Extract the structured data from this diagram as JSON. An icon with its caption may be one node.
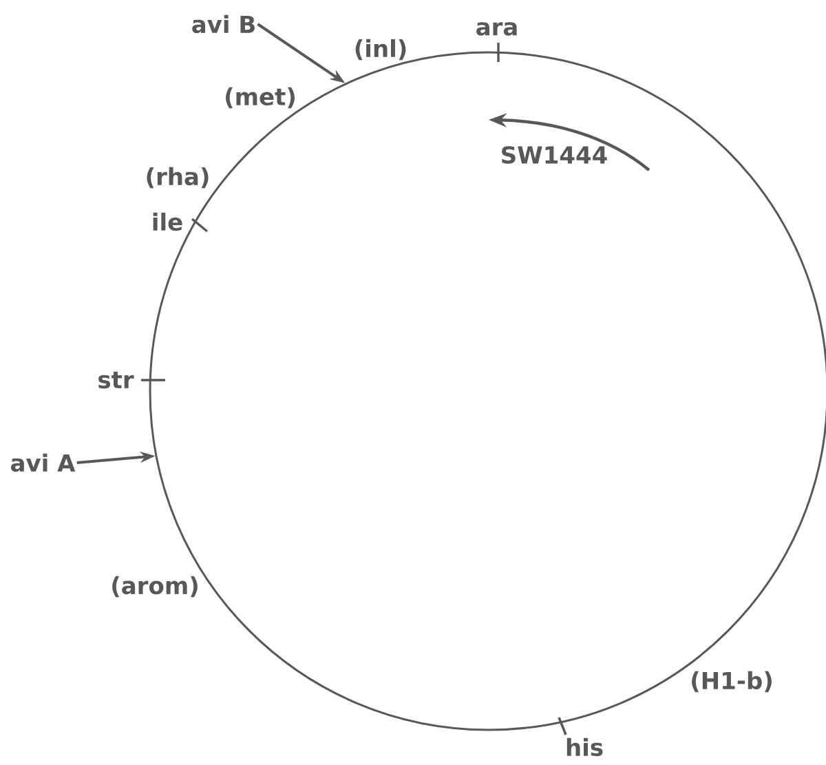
{
  "diagram": {
    "nodes": [
      {
        "text": [],
        "shape": "circle"
      },
      {
        "text": [
          "avi B"
        ]
      },
      {
        "text": [
          "avi A"
        ]
      }
    ],
    "edges": [
      {
        "from": 1,
        "to": 0,
        "arrow": "to"
      },
      {
        "from": 2,
        "to": 0,
        "arrow": "to"
      }
    ],
    "labels": [
      "ara",
      "(inl)",
      "(met)",
      "SW1444",
      "(rha)",
      "ile",
      "str",
      "(arom)",
      "(H1-b)",
      "his"
    ]
  }
}
